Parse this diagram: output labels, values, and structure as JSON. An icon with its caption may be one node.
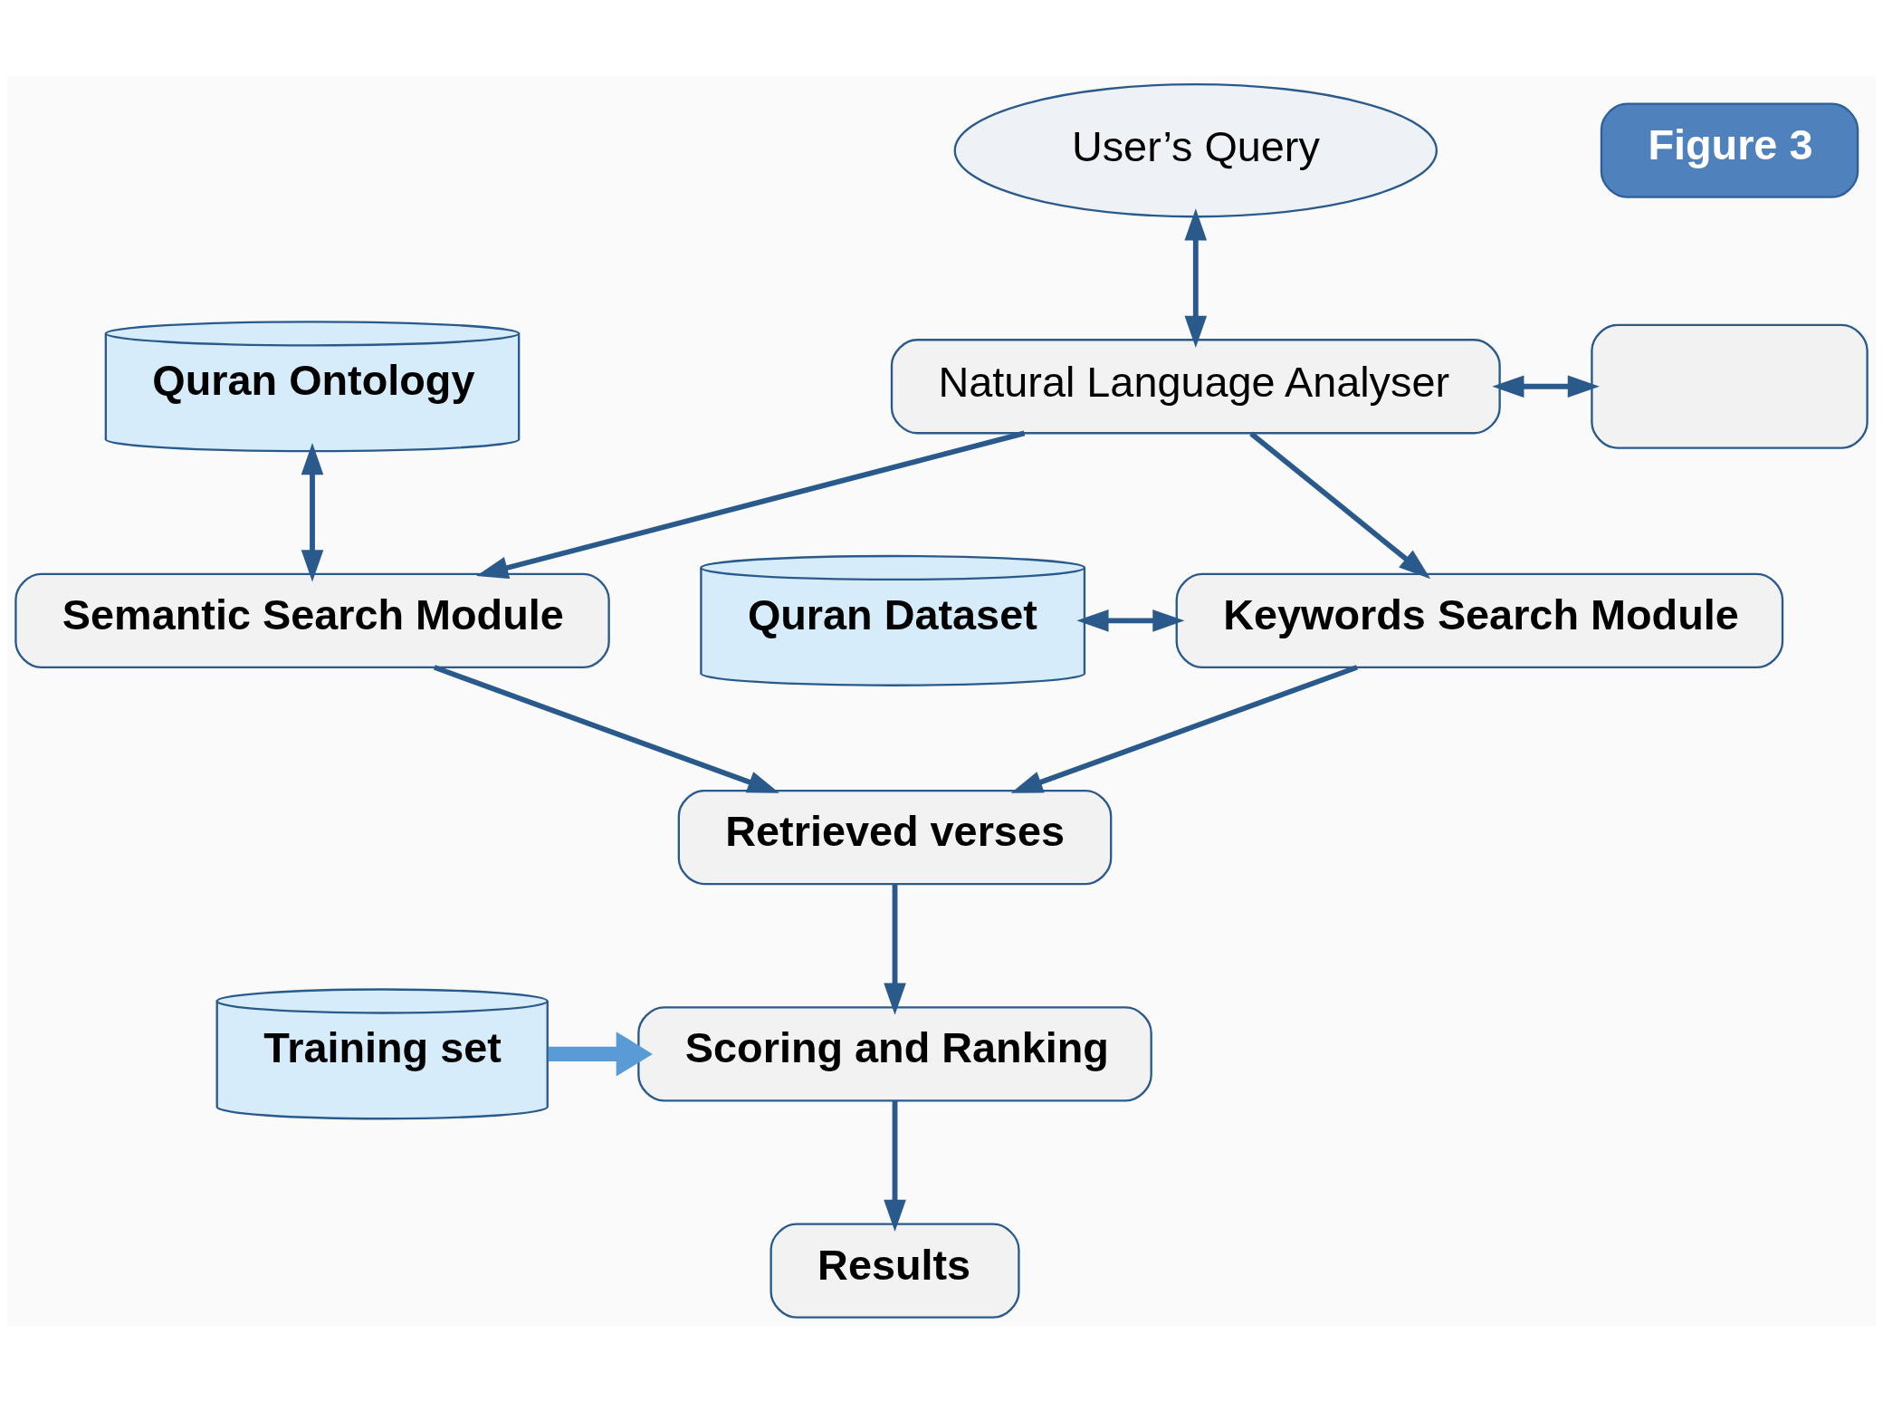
{
  "diagram": {
    "nodes": [
      {
        "text": [
          "Figure 3"
        ]
      },
      {
        "text": [
          "User’s Query"
        ]
      },
      {
        "text": [],
        "shape": "box"
      },
      {
        "text": [
          "Quran Ontology"
        ]
      },
      {
        "text": [
          "Natural Language Analyser"
        ]
      },
      {
        "text": [
          "Quran Dataset"
        ]
      },
      {
        "text": [
          "Semantic Search Module"
        ]
      },
      {
        "text": [
          "Keywords Search Module"
        ]
      },
      {
        "text": [
          "Retrieved verses"
        ]
      },
      {
        "text": [
          "Training set"
        ]
      },
      {
        "text": [
          "Scoring and Ranking"
        ]
      },
      {
        "text": [
          "Results"
        ]
      }
    ],
    "edges": [
      {
        "from": 1,
        "to": 4,
        "arrow": "both"
      },
      {
        "from": 4,
        "to": 2,
        "arrow": "both"
      },
      {
        "from": 3,
        "to": 6,
        "arrow": "both"
      },
      {
        "from": 4,
        "to": 6,
        "arrow": "to"
      },
      {
        "from": 4,
        "to": 7,
        "arrow": "to"
      },
      {
        "from": 5,
        "to": 7,
        "arrow": "both"
      },
      {
        "from": 6,
        "to": 8,
        "arrow": "to"
      },
      {
        "from": 7,
        "to": 8,
        "arrow": "to"
      },
      {
        "from": 8,
        "to": 10,
        "arrow": "to"
      },
      {
        "from": 9,
        "to": 10,
        "arrow": "to",
        "style": "thick",
        "color": "#5b9bd5"
      },
      {
        "from": 10,
        "to": 11,
        "arrow": "to"
      }
    ]
  }
}
